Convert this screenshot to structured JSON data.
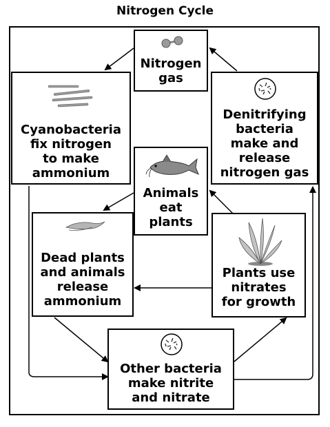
{
  "title": "Nitrogen Cycle",
  "boxes": {
    "nitrogen_gas": "Nitrogen\ngas",
    "cyanobacteria": "Cyanobacteria\nfix nitrogen\nto make\nammonium",
    "denitrifying": "Denitrifying\nbacteria\nmake and\nrelease\nnitrogen gas",
    "animals": "Animals\neat\nplants",
    "dead": "Dead plants\nand animals\nrelease\nammonium",
    "plants": "Plants use\nnitrates\nfor growth",
    "other_bacteria": "Other bacteria\nmake nitrite\nand nitrate"
  },
  "icons": {
    "nitrogen_gas": "molecule-icon",
    "cyanobacteria": "bacteria-strands-icon",
    "denitrifying": "microbe-dish-icon",
    "animals": "catfish-icon",
    "dead": "dead-leaf-icon",
    "plants": "aquatic-plant-icon",
    "other_bacteria": "microbe-dish-icon"
  }
}
